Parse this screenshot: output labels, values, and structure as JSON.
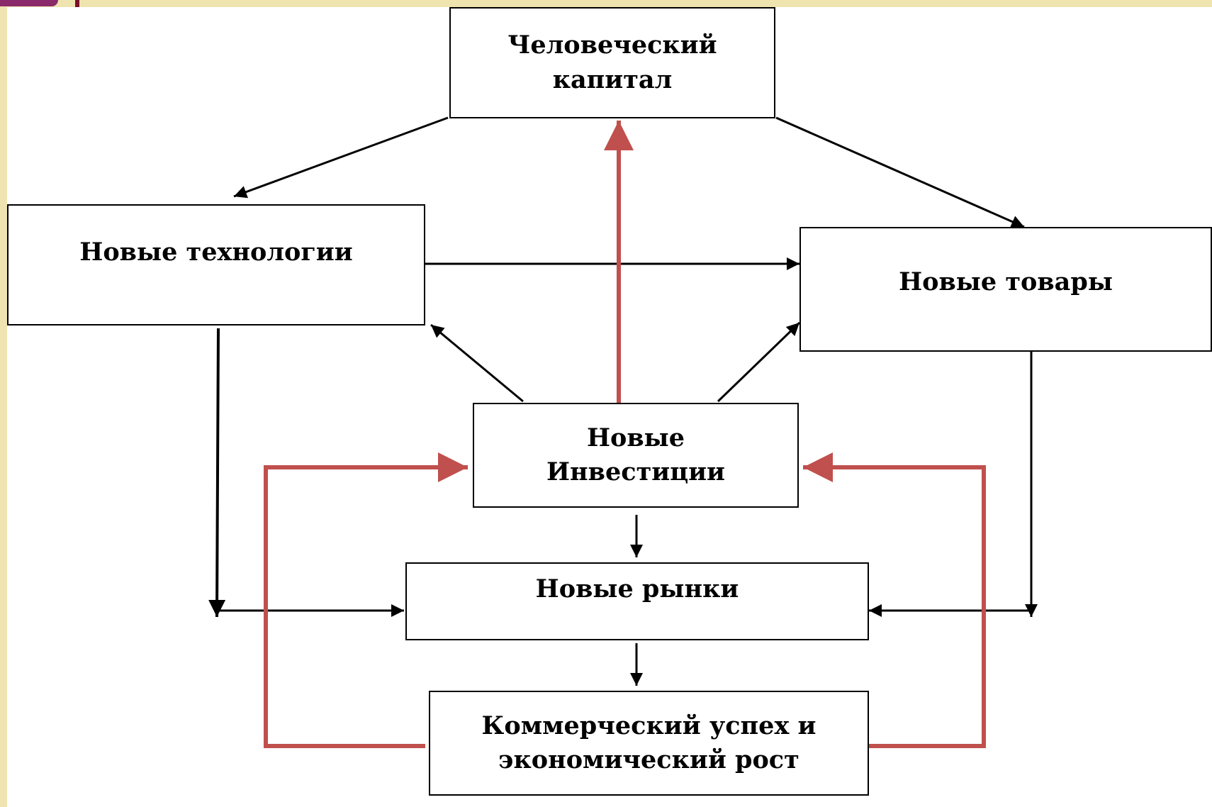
{
  "nodes": {
    "human_capital": {
      "line1": "Человеческий",
      "line2": "капитал"
    },
    "new_technologies": {
      "label": "Новые технологии"
    },
    "new_goods": {
      "label": "Новые товары"
    },
    "new_investments": {
      "line1": "Новые",
      "line2": "Инвестиции"
    },
    "new_markets": {
      "label": "Новые рынки"
    },
    "commercial_success": {
      "line1": "Коммерческий успех и",
      "line2": "экономический рост"
    }
  },
  "colors": {
    "box_border": "#000000",
    "connector": "#000000",
    "feedback_connector": "#c0504d",
    "frame": "#efe4b0"
  }
}
